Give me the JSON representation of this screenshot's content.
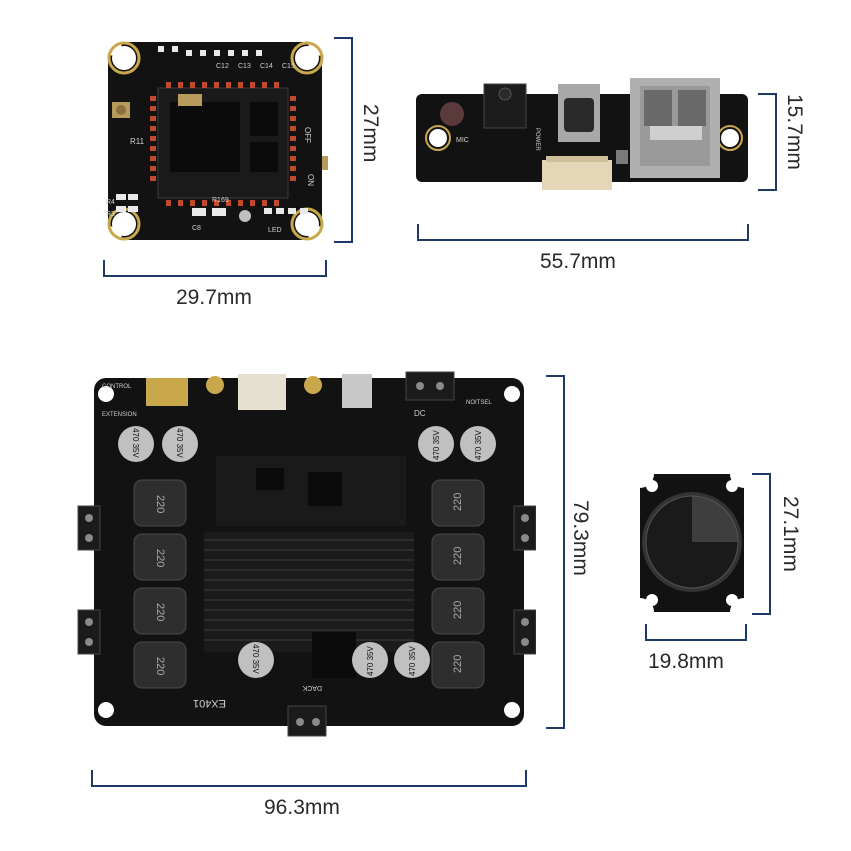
{
  "colors": {
    "pcb": "#121212",
    "dimension_line": "#1e3a66",
    "dimension_text": "#2a2a2a"
  },
  "boards": {
    "bluetooth_module": {
      "width_label": "29.7mm",
      "height_label": "27mm",
      "silk_labels": [
        "R11",
        "R4",
        "R3",
        "C8",
        "R169",
        "OFF",
        "ON",
        "LED",
        "C12",
        "C13",
        "C14",
        "C15"
      ]
    },
    "usb_board": {
      "width_label": "55.7mm",
      "height_label": "15.7mm",
      "silk_labels": [
        "MIC",
        "POWER"
      ]
    },
    "amplifier_board": {
      "width_label": "96.3mm",
      "height_label": "79.3mm",
      "model": "EX401",
      "cap_label_top": "470 35V",
      "cap_label_bottom": "470 35V",
      "inductor_label": "220",
      "silk_labels": [
        "DC",
        "DACK",
        "CONTROL",
        "EXTENSION",
        "NOITSEL"
      ]
    },
    "knob_board": {
      "width_label": "19.8mm",
      "height_label": "27.1mm"
    }
  }
}
